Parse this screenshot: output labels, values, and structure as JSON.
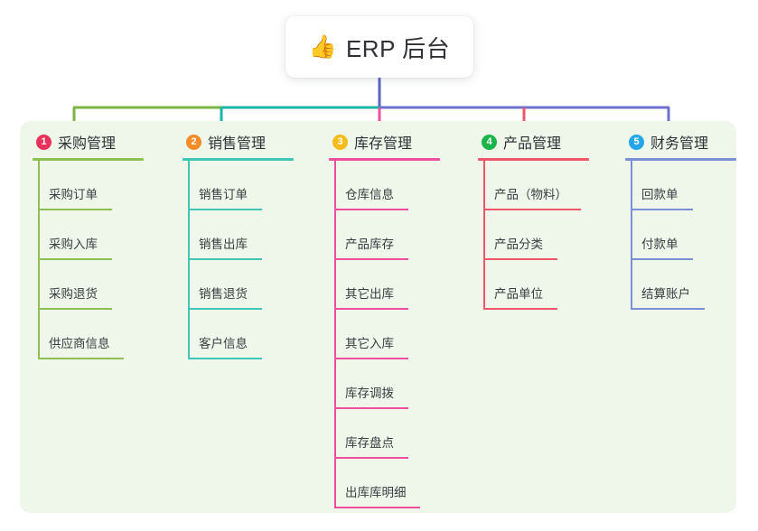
{
  "root": {
    "icon": "thumbs-up-icon",
    "icon_glyph": "👍",
    "title": "ERP 后台"
  },
  "theme": {
    "board_bg": "#eef7e9",
    "page_bg": "#ffffff",
    "trunk_color": "#5b62c4",
    "text_color": "#2f3136"
  },
  "bus": {
    "segments": [
      {
        "name": "bus-green",
        "color": "#7cb342"
      },
      {
        "name": "bus-teal",
        "color": "#19b5a6"
      },
      {
        "name": "bus-purple",
        "color": "#6f6fd0"
      }
    ]
  },
  "columns": [
    {
      "number": "1",
      "title": "采购管理",
      "badge_color": "#e8315c",
      "line_color": "#8dc153",
      "stub_color": "#7cb342",
      "items": [
        "采购订单",
        "采购入库",
        "采购退货",
        "供应商信息"
      ]
    },
    {
      "number": "2",
      "title": "销售管理",
      "badge_color": "#f68b2c",
      "line_color": "#3fc6b7",
      "stub_color": "#19b5a6",
      "items": [
        "销售订单",
        "销售出库",
        "销售退货",
        "客户信息"
      ]
    },
    {
      "number": "3",
      "title": "库存管理",
      "badge_color": "#f5bc1b",
      "line_color": "#ef4d9e",
      "stub_color": "#ef4d9e",
      "items": [
        "仓库信息",
        "产品库存",
        "其它出库",
        "其它入库",
        "库存调拨",
        "库存盘点",
        "出库库明细"
      ]
    },
    {
      "number": "4",
      "title": "产品管理",
      "badge_color": "#1bb44a",
      "line_color": "#f0566b",
      "stub_color": "#f0566b",
      "items": [
        "产品（物料）",
        "产品分类",
        "产品单位"
      ]
    },
    {
      "number": "5",
      "title": "财务管理",
      "badge_color": "#23a7e8",
      "line_color": "#7b8fd6",
      "stub_color": "#6f6fd0",
      "items": [
        "回款单",
        "付款单",
        "结算账户"
      ]
    }
  ]
}
